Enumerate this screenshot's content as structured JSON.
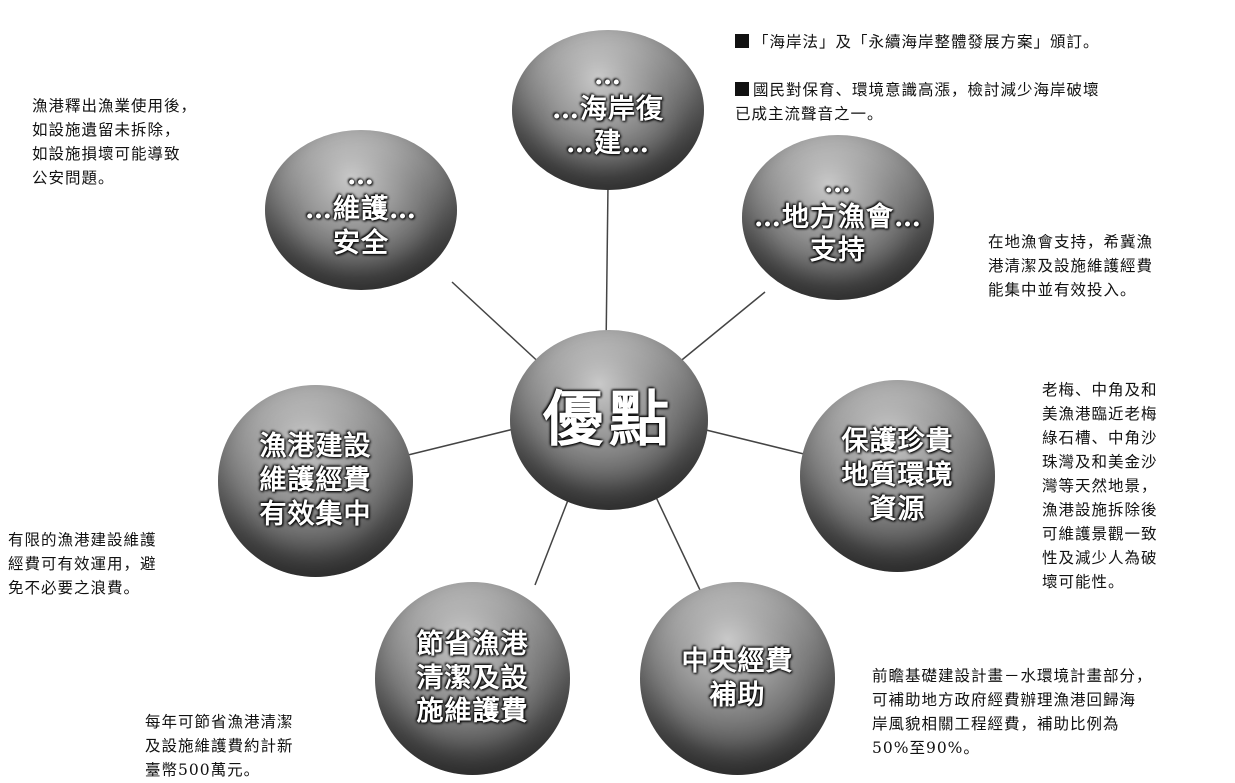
{
  "center": {
    "label": "優點"
  },
  "nodes": [
    {
      "id": "top",
      "label": "…\n…海岸復\n…建…"
    },
    {
      "id": "top-left",
      "label": "…\n…維護…\n安全"
    },
    {
      "id": "top-right",
      "label": "…\n…地方漁會…\n支持"
    },
    {
      "id": "left",
      "label": "漁港建設\n維護經費\n有效集中"
    },
    {
      "id": "right",
      "label": "保護珍貴\n地質環境\n資源"
    },
    {
      "id": "bottom-left",
      "label": "節省漁港\n清潔及設\n施維護費"
    },
    {
      "id": "bottom-right",
      "label": "中央經費\n補助"
    }
  ],
  "notes": {
    "top_right_line1": "「海岸法」及「永續海岸整體發展方案」頒訂。",
    "top_right_line2": "國民對保育、環境意識高漲，檢討減少海岸破壞\n已成主流聲音之一。",
    "top_left": "漁港釋出漁業使用後，\n如設施遺留未拆除，\n如設施損壞可能導致\n公安問題。",
    "right_upper": "在地漁會支持，希冀漁\n港清潔及設施維護經費\n能集中並有效投入。",
    "right_mid": "老梅、中角及和\n美漁港臨近老梅\n綠石槽、中角沙\n珠灣及和美金沙\n灣等天然地景，\n漁港設施拆除後\n可維護景觀一致\n性及減少人為破\n壞可能性。",
    "left_bottom": "有限的漁港建設維護\n經費可有效運用，避\n免不必要之浪費。",
    "bottom_left": "每年可節省漁港清潔\n及設施維護費約計新\n臺幣500萬元。",
    "bottom_right": "前瞻基礎建設計畫－水環境計畫部分，\n可補助地方政府經費辦理漁港回歸海\n岸風貌相關工程經費，補助比例為\n50%至90%。"
  }
}
